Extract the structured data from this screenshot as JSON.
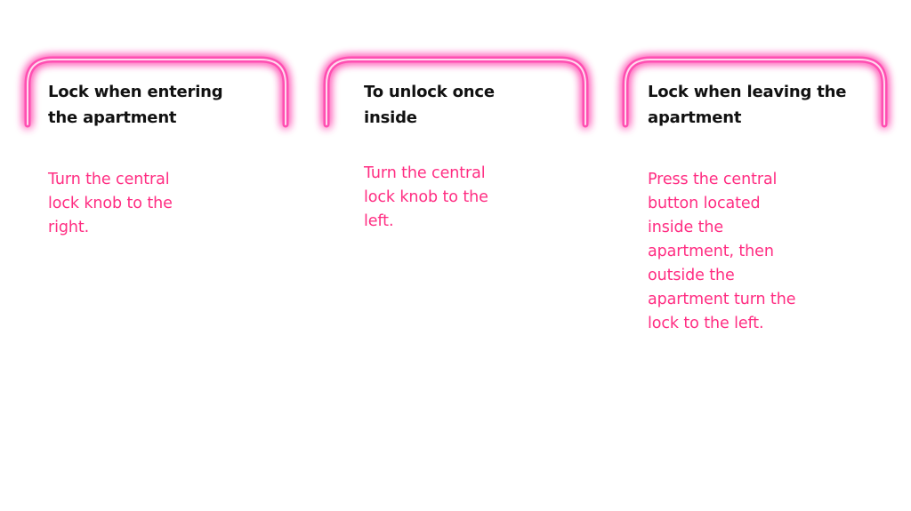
{
  "accent_color": "#ff2d82",
  "neon_color": "#ff3ea5",
  "columns": [
    {
      "heading": [
        "Lock when entering",
        "the apartment"
      ],
      "body": [
        "Turn the central",
        "lock knob to the",
        "right."
      ]
    },
    {
      "heading": [
        "To unlock once",
        "inside"
      ],
      "body": [
        "Turn the central",
        "lock knob to the",
        "left."
      ]
    },
    {
      "heading": [
        "Lock when leaving the",
        "apartment"
      ],
      "body": [
        "Press the central",
        "button located",
        "inside the",
        "apartment, then",
        "outside the",
        "apartment turn the",
        "lock to the left."
      ]
    }
  ]
}
